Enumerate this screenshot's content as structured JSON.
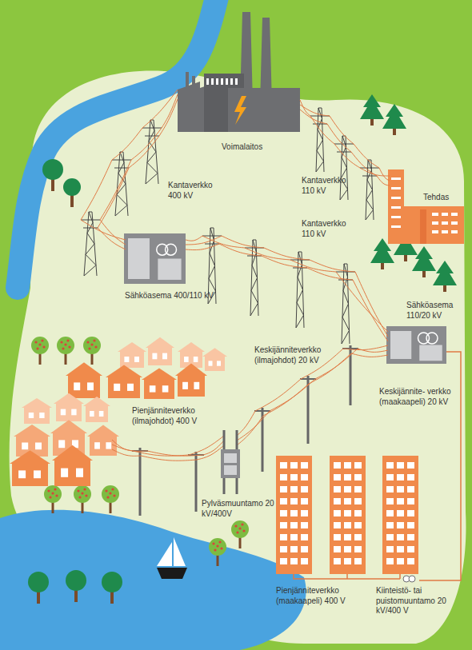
{
  "diagram": {
    "labels": [
      "Voimalaitos",
      "Kantaverkko 400 kV",
      "Kantaverkko 110 kV",
      "Tehdas",
      "Kantaverkko 110 kV",
      "Sähköasema 400/110 kV",
      "Sähköasema 110/20 kV",
      "Keskijänniteverkko (ilmajohdot) 20 kV",
      "Pienjänniteverkko (ilmajohdot) 400 V",
      "Keskijännite- verkko (maakaapeli) 20 kV",
      "Pylväsmuuntamo 20 kV/400V",
      "Pienjänniteverkko (maakaapeli) 400 V",
      "Kiinteistö- tai puistomuuntamo 20 kV/400 V"
    ]
  }
}
